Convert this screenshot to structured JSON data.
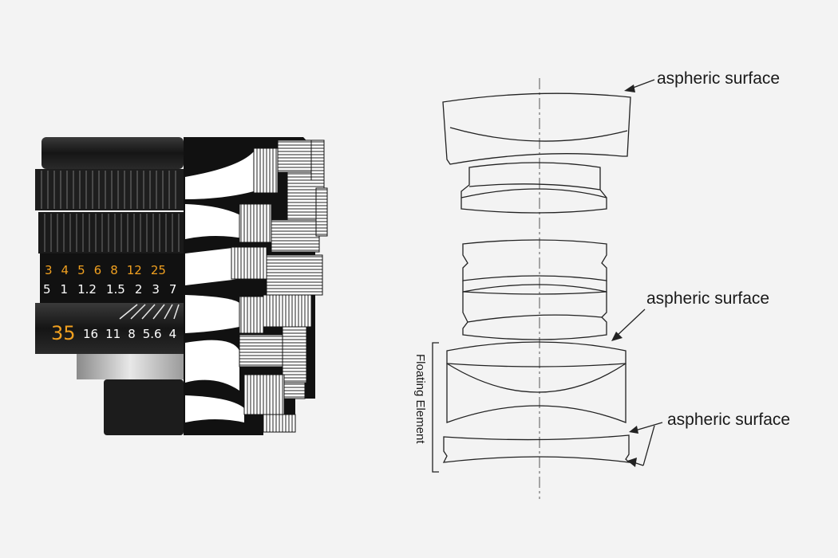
{
  "lens": {
    "aperture_row": [
      "3",
      "4",
      "5",
      "6",
      "8",
      "12",
      "25"
    ],
    "distance_row": [
      "5",
      "1",
      "1.2",
      "1.5",
      "2",
      "3",
      "7"
    ],
    "focal_length": "35",
    "dof_row": [
      "16",
      "11",
      "8",
      "5.6",
      "4"
    ]
  },
  "diagram": {
    "labels": {
      "aspheric_top": "aspheric surface",
      "aspheric_mid": "aspheric surface",
      "aspheric_bottom": "aspheric surface",
      "floating_element": "Floating Element"
    }
  },
  "colors": {
    "background": "#f3f3f3",
    "lens_body": "#1c1c1c",
    "scale_orange": "#f0a020",
    "scale_white": "#ffffff",
    "line": "#333333"
  }
}
